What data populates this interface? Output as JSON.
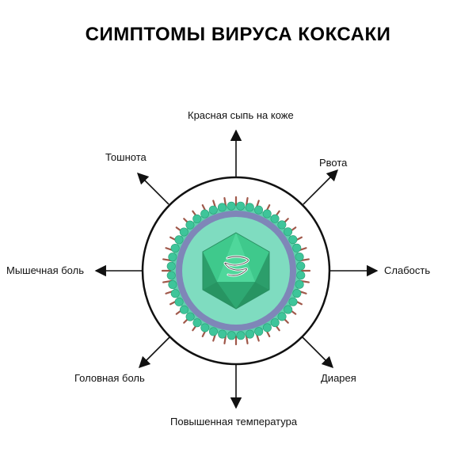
{
  "title": "СИМПТОМЫ ВИРУСА КОКСАКИ",
  "symptoms": {
    "top": "Красная сыпь на коже",
    "top_right": "Рвота",
    "right": "Слабость",
    "bottom_right": "Диарея",
    "bottom": "Повышенная температура",
    "bottom_left": "Головная боль",
    "left": "Мышечная боль",
    "top_left": "Тошнота"
  },
  "colors": {
    "arrow": "#111111",
    "outer_ring": "#111111",
    "spikes": "#a0584a",
    "beads": "#3ec59a",
    "membrane": "#7f86b8",
    "capsid_bg": "#7fdcc0",
    "capsid": "#35b77f",
    "rna": "#ffffff"
  },
  "icons": [
    "virus-icon",
    "rna-strand-icon"
  ]
}
